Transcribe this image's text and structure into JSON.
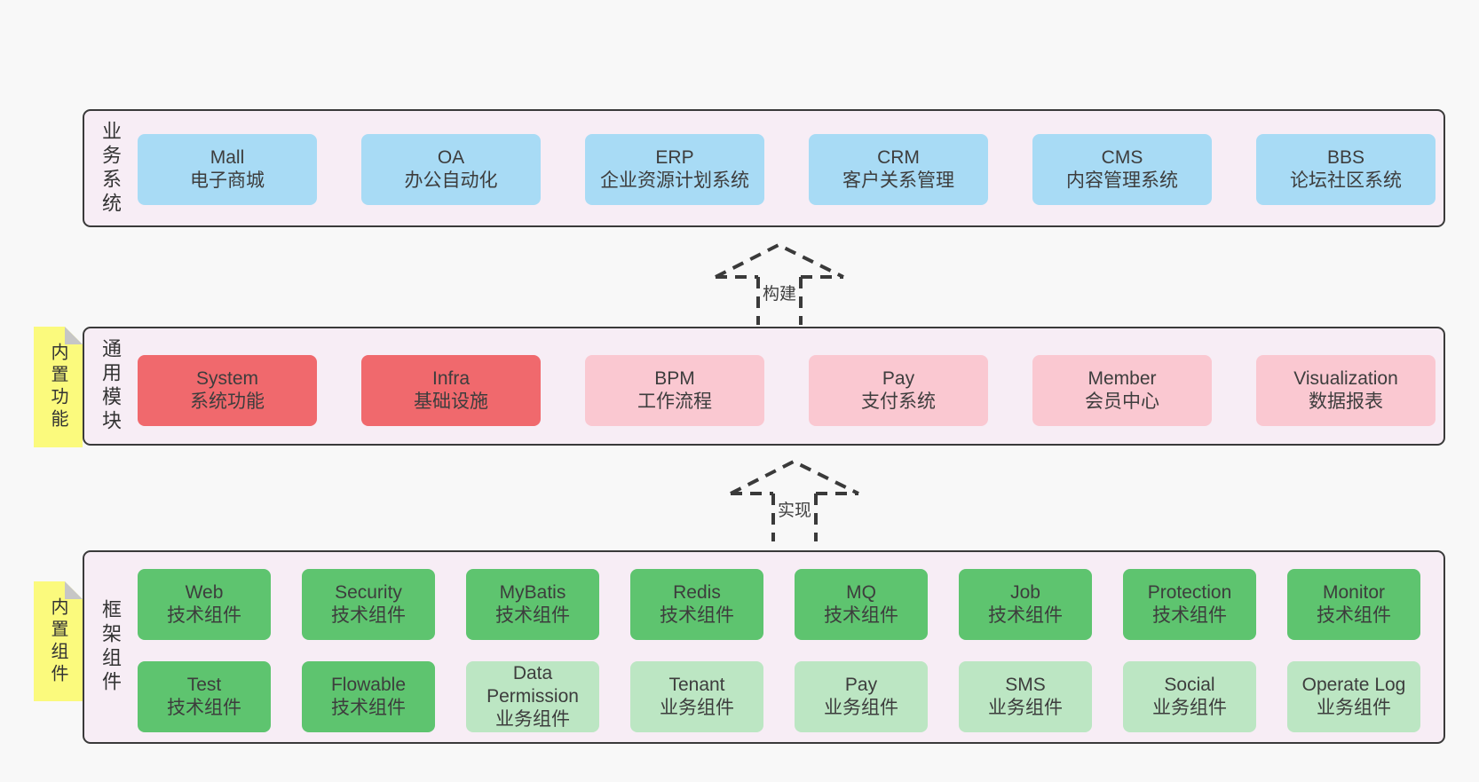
{
  "colors": {
    "page_background": "#f8f8f8",
    "band_background": "#f7edf5",
    "band_border": "#3a3a3a",
    "business_box_blue": "#a8dbf5",
    "core_module_red": "#f0696d",
    "module_pink": "#fac8d1",
    "tech_component_green": "#5ec46f",
    "biz_component_light_green": "#bce6c3",
    "sticky_note_yellow": "#fbfa7d",
    "sticky_fold_gray": "#c6c6c6",
    "text": "#3d3d3d"
  },
  "arrows": [
    {
      "label": "构建"
    },
    {
      "label": "实现"
    }
  ],
  "bands": [
    {
      "label": "业务系统",
      "boxes": [
        {
          "name": "Mall",
          "desc": "电子商城"
        },
        {
          "name": "OA",
          "desc": "办公自动化"
        },
        {
          "name": "ERP",
          "desc": "企业资源计划系统"
        },
        {
          "name": "CRM",
          "desc": "客户关系管理"
        },
        {
          "name": "CMS",
          "desc": "内容管理系统"
        },
        {
          "name": "BBS",
          "desc": "论坛社区系统"
        }
      ]
    },
    {
      "label": "通用模块",
      "sticky": "内置功能",
      "boxes": [
        {
          "name": "System",
          "desc": "系统功能"
        },
        {
          "name": "Infra",
          "desc": "基础设施"
        },
        {
          "name": "BPM",
          "desc": "工作流程"
        },
        {
          "name": "Pay",
          "desc": "支付系统"
        },
        {
          "name": "Member",
          "desc": "会员中心"
        },
        {
          "name": "Visualization",
          "desc": "数据报表"
        }
      ]
    },
    {
      "label": "框架组件",
      "sticky": "内置组件",
      "rows": [
        [
          {
            "name": "Web",
            "desc": "技术组件"
          },
          {
            "name": "Security",
            "desc": "技术组件"
          },
          {
            "name": "MyBatis",
            "desc": "技术组件"
          },
          {
            "name": "Redis",
            "desc": "技术组件"
          },
          {
            "name": "MQ",
            "desc": "技术组件"
          },
          {
            "name": "Job",
            "desc": "技术组件"
          },
          {
            "name": "Protection",
            "desc": "技术组件"
          },
          {
            "name": "Monitor",
            "desc": "技术组件"
          }
        ],
        [
          {
            "name": "Test",
            "desc": "技术组件"
          },
          {
            "name": "Flowable",
            "desc": "技术组件"
          },
          {
            "name": "Data Permission",
            "desc": "业务组件"
          },
          {
            "name": "Tenant",
            "desc": "业务组件"
          },
          {
            "name": "Pay",
            "desc": "业务组件"
          },
          {
            "name": "SMS",
            "desc": "业务组件"
          },
          {
            "name": "Social",
            "desc": "业务组件"
          },
          {
            "name": "Operate Log",
            "desc": "业务组件"
          }
        ]
      ]
    }
  ]
}
